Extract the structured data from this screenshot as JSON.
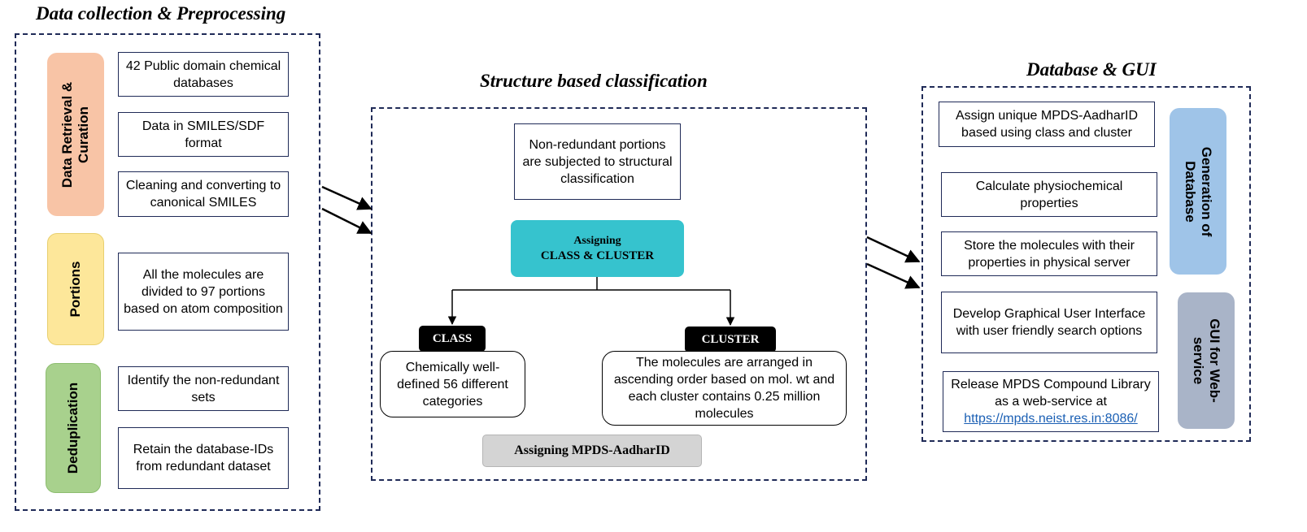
{
  "sections": {
    "left": {
      "title": "Data collection & Preprocessing",
      "stages": {
        "retrieval": "Data Retrieval & Curation",
        "portions": "Portions",
        "deduplication": "Deduplication"
      },
      "steps": [
        "42 Public domain chemical databases",
        "Data in SMILES/SDF format",
        "Cleaning and converting to canonical SMILES",
        "All the molecules are divided to 97 portions based on atom composition",
        "Identify the non-redundant sets",
        "Retain the database-IDs from redundant dataset"
      ]
    },
    "middle": {
      "title": "Structure based classification",
      "intro": "Non-redundant portions are subjected to structural classification",
      "assigning_line1": "Assigning",
      "assigning_line2": "CLASS & CLUSTER",
      "class_tag": "CLASS",
      "cluster_tag": "CLUSTER",
      "class_desc": "Chemically well-defined 56 different categories",
      "cluster_desc": "The molecules are arranged in ascending order based on mol. wt and each cluster contains 0.25 million molecules",
      "aadhar": "Assigning MPDS-AadharID"
    },
    "right": {
      "title": "Database & GUI",
      "stages": {
        "database": "Generation of Database",
        "gui": "GUI for Web-service"
      },
      "steps": [
        "Assign unique MPDS-AadharID based using class and cluster",
        "Calculate physiochemical properties",
        "Store the molecules with their properties in physical server",
        "Develop Graphical User Interface with user friendly search options"
      ],
      "release_text": "Release MPDS Compound Library as a web-service at",
      "release_link": "https://mpds.neist.res.in:8086/"
    }
  },
  "colors": {
    "border": "#1f2a57",
    "retrieval": "#f8c4a6",
    "portions": "#fde79a",
    "deduplication": "#a8d18d",
    "assigning": "#36c3ce",
    "aadhar": "#d4d4d4",
    "database": "#9fc4e8",
    "gui": "#a9b4c8"
  }
}
